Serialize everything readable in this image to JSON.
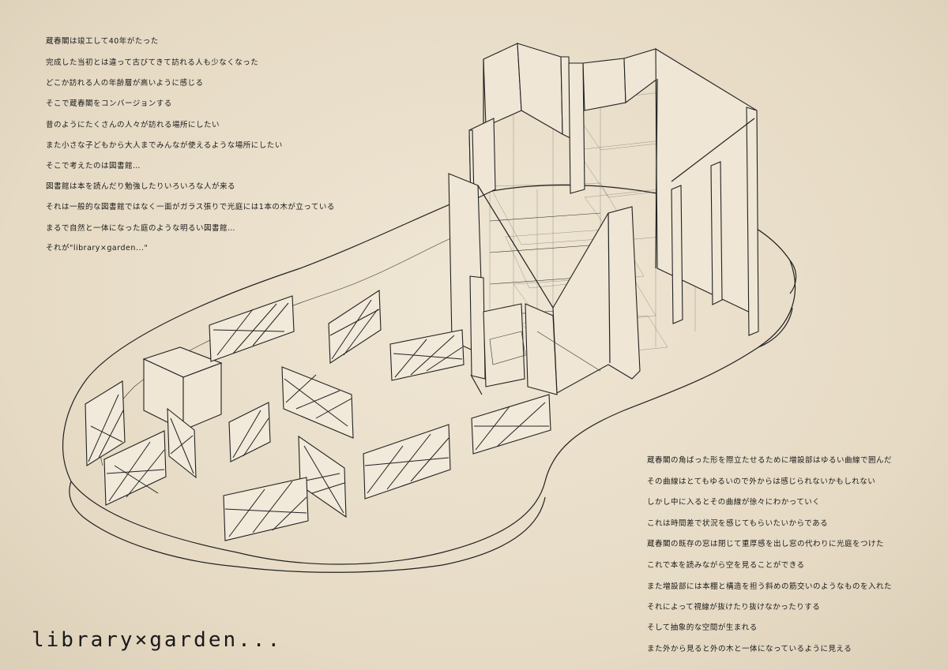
{
  "intro_lines": [
    "蔵春閣は竣工して40年がたった",
    "完成した当初とは違って古びてきて訪れる人も少なくなった",
    "どこか訪れる人の年齢層が高いように感じる",
    "そこで蔵春閣をコンバージョンする",
    "昔のようにたくさんの人々が訪れる場所にしたい",
    "また小さな子どもから大人までみんなが使えるような場所にしたい",
    "そこで考えたのは図書館…",
    "図書館は本を読んだり勉強したりいろいろな人が来る",
    "それは一般的な図書館ではなく一面がガラス張りで光庭には1本の木が立っている",
    "まるで自然と一体になった庭のような明るい図書館…",
    "それが\"library×garden...\""
  ],
  "concept_lines": [
    "蔵春閣の角ばった形を際立たせるために増設部はゆるい曲線で囲んだ",
    "その曲線はとてもゆるいので外からは感じられないかもしれない",
    "しかし中に入るとその曲線が徐々にわかっていく",
    "これは時間差で状況を感じてもらいたいからである",
    "蔵春閣の既存の窓は閉じて重厚感を出し窓の代わりに光庭をつけた",
    "これで本を読みながら空を見ることができる",
    "また増設部には本棚と構造を担う斜めの筋交いのようなものを入れた",
    "それによって視線が抜けたり抜けなかったりする",
    "そして抽象的な空間が生まれる",
    "また外から見ると外の木と一体になっているように見える"
  ],
  "title": "library×garden...",
  "colors": {
    "paper": "#e8dcc8",
    "ink": "#1a1a1a"
  }
}
